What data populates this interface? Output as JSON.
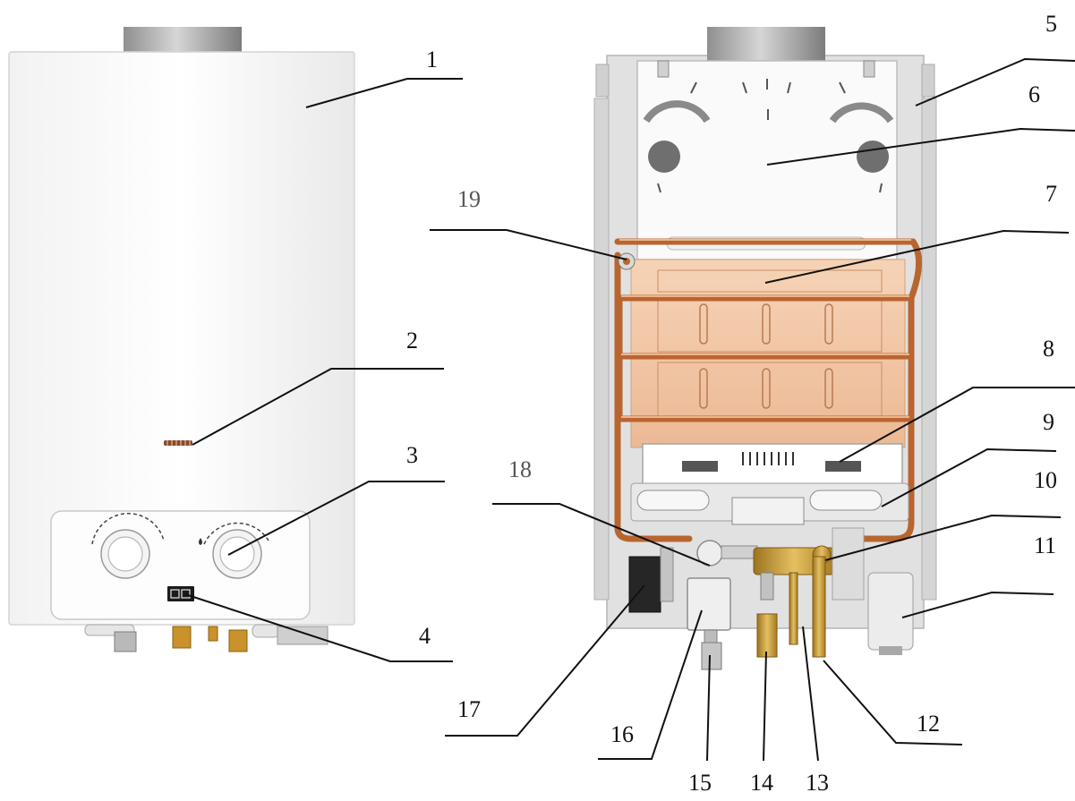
{
  "diagram": {
    "callouts": [
      {
        "id": "c1",
        "label": "1"
      },
      {
        "id": "c2",
        "label": "2"
      },
      {
        "id": "c3",
        "label": "3"
      },
      {
        "id": "c4",
        "label": "4"
      },
      {
        "id": "c5",
        "label": "5"
      },
      {
        "id": "c6",
        "label": "6"
      },
      {
        "id": "c7",
        "label": "7"
      },
      {
        "id": "c8",
        "label": "8"
      },
      {
        "id": "c9",
        "label": "9"
      },
      {
        "id": "c10",
        "label": "10"
      },
      {
        "id": "c11",
        "label": "11"
      },
      {
        "id": "c12",
        "label": "12"
      },
      {
        "id": "c13",
        "label": "13"
      },
      {
        "id": "c14",
        "label": "14"
      },
      {
        "id": "c15",
        "label": "15"
      },
      {
        "id": "c16",
        "label": "16"
      },
      {
        "id": "c17",
        "label": "17"
      },
      {
        "id": "c18",
        "label": "18"
      },
      {
        "id": "c19",
        "label": "19"
      }
    ],
    "colors": {
      "leader": "#111111",
      "casing": "#fbfbfb",
      "frame": "#d9d9d9",
      "copper": "#c8743f",
      "exchanger": "#f1c6a2",
      "brass": "#c99a2e",
      "flue": "#a9a9a9"
    }
  }
}
